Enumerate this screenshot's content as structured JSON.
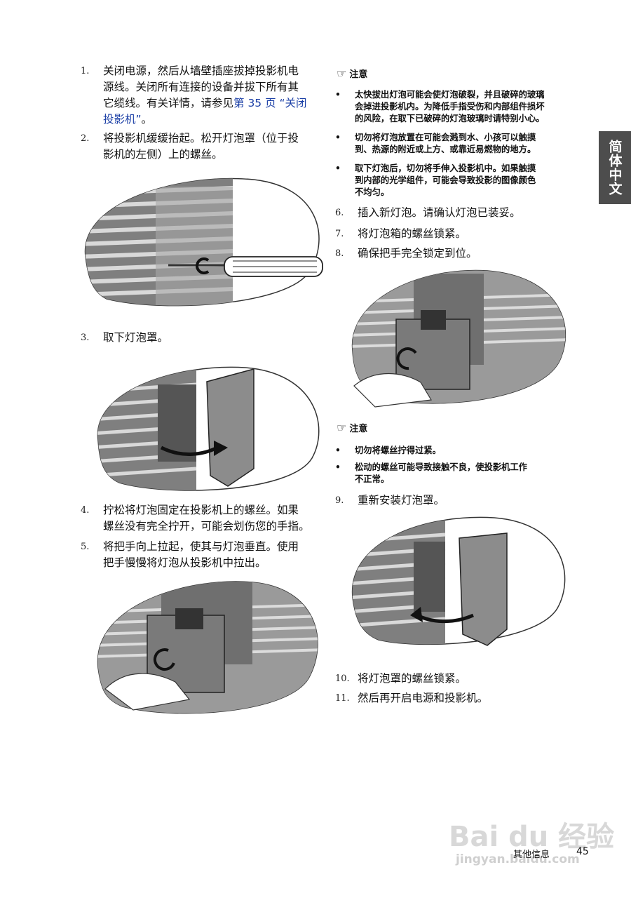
{
  "side_tab": "简体中文",
  "left_steps": [
    {
      "num": "1.",
      "lines": [
        "关闭电源，然后从墙壁插座拔掉投影机电",
        "源线。关闭所有连接的设备并拔下所有其",
        "它缆线。有关详情，请参见"
      ],
      "link1": "第 35 页 “关闭",
      "link2": "投影机”",
      "end": "。"
    },
    {
      "num": "2.",
      "lines": [
        "将投影机缓缓抬起。松开灯泡罩（位于投",
        "影机的左侧）上的螺丝。"
      ]
    },
    {
      "num": "3.",
      "lines": [
        "取下灯泡罩。"
      ]
    },
    {
      "num": "4.",
      "lines": [
        "拧松将灯泡固定在投影机上的螺丝。如果",
        "螺丝没有完全拧开，可能会划伤您的手指。"
      ]
    },
    {
      "num": "5.",
      "lines": [
        "将把手向上拉起，使其与灯泡垂直。使用",
        "把手慢慢将灯泡从投影机中拉出。"
      ]
    }
  ],
  "note1": {
    "title": "注意",
    "items": [
      [
        "太快拔出灯泡可能会使灯泡破裂，并且破碎的玻璃",
        "会掉进投影机内。为降低手指受伤和内部组件损坏",
        "的风险，在取下已破碎的灯泡玻璃时请特别小心。"
      ],
      [
        "切勿将灯泡放置在可能会溅到水、小孩可以触摸",
        "到、热源的附近或上方、或靠近易燃物的地方。"
      ],
      [
        "取下灯泡后，切勿将手伸入投影机中。如果触摸",
        "到内部的光学组件，可能会导致投影的图像颜色",
        "不均匀。"
      ]
    ]
  },
  "right_steps_a": [
    {
      "num": "6.",
      "text": "插入新灯泡。请确认灯泡已装妥。"
    },
    {
      "num": "7.",
      "text": "将灯泡箱的螺丝锁紧。"
    },
    {
      "num": "8.",
      "text": "确保把手完全锁定到位。"
    }
  ],
  "note2": {
    "title": "注意",
    "items": [
      [
        "切勿将螺丝拧得过紧。"
      ],
      [
        "松动的螺丝可能导致接触不良，使投影机工作",
        "不正常。"
      ]
    ]
  },
  "right_steps_b": [
    {
      "num": "9.",
      "text": "重新安装灯泡罩。"
    },
    {
      "num": "10.",
      "text": "将灯泡罩的螺丝锁紧。"
    },
    {
      "num": "11.",
      "text": "然后再开启电源和投影机。"
    }
  ],
  "bullet": "•",
  "footer": {
    "section": "其他信息",
    "page": "45"
  },
  "watermark": {
    "brand": "Bai du 经验",
    "url": "jingyan.baidu.com"
  }
}
